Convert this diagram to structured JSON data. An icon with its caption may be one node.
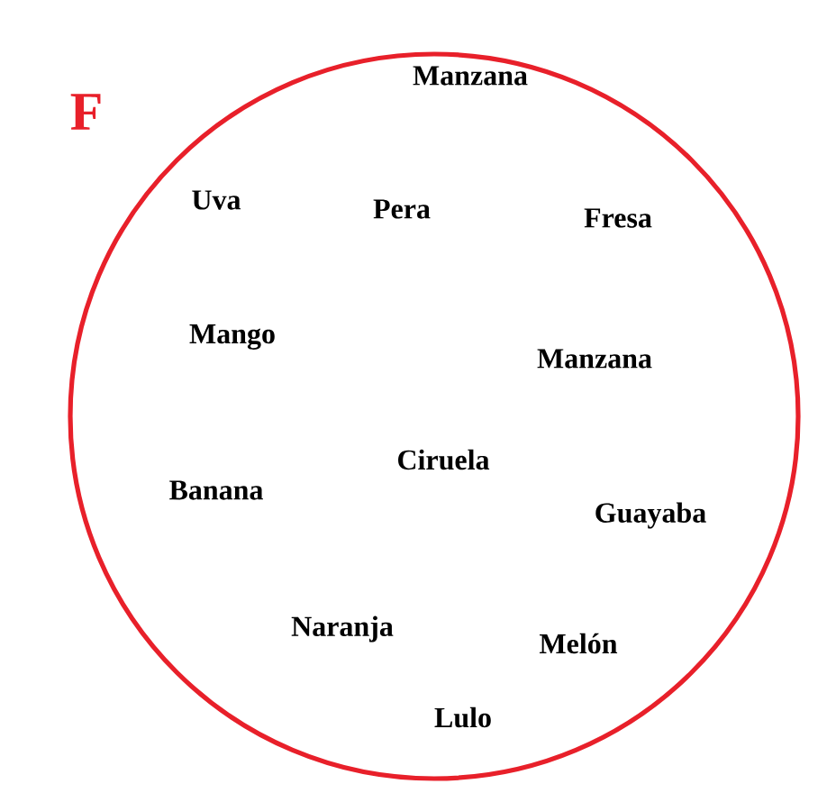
{
  "diagram": {
    "nodes": [
      {
        "text": [
          "F",
          "Manzana",
          "Uva",
          "Pera",
          "Fresa",
          "Mango",
          "Manzana",
          "Ciruela",
          "Banana",
          "Guayaba",
          "Naranja",
          "Melón",
          "Lulo"
        ]
      }
    ]
  }
}
